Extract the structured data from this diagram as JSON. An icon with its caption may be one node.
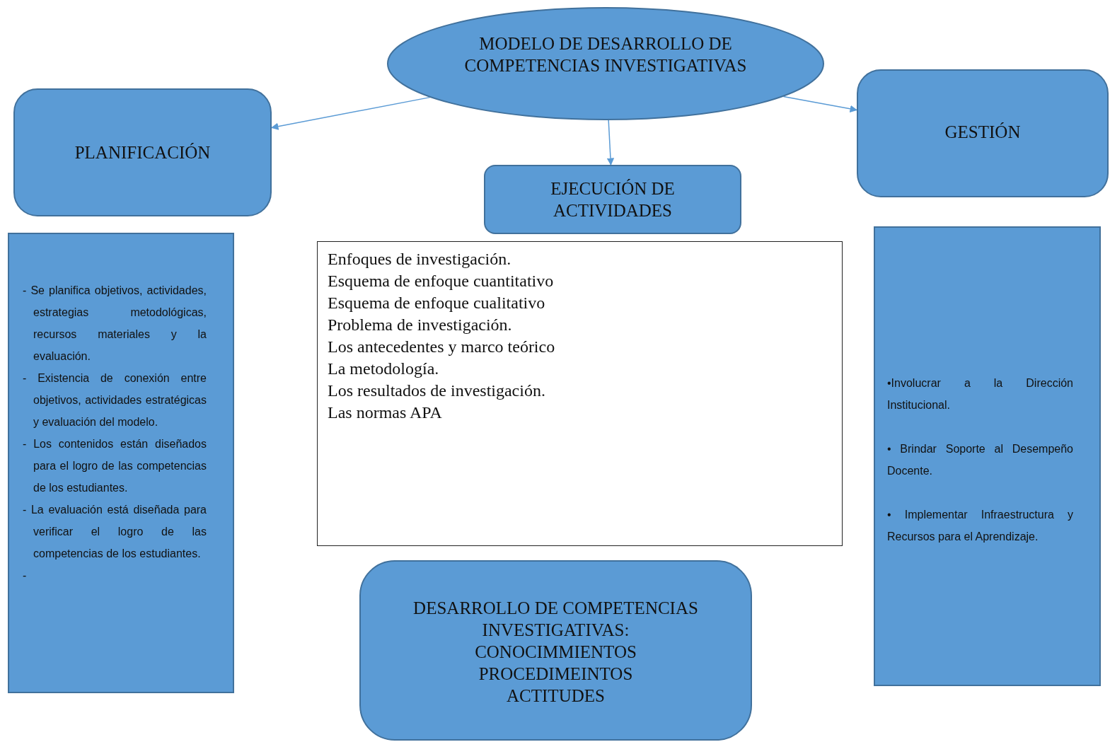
{
  "diagram": {
    "nodes": [
      {
        "text": [
          "MODELO DE DESARROLLO DE COMPETENCIAS INVESTIGATIVAS"
        ]
      },
      {
        "text": [
          "PLANIFICACIÓN"
        ]
      },
      {
        "text": [
          "EJECUCIÓN DE ACTIVIDADES"
        ]
      },
      {
        "text": [
          "GESTIÓN"
        ]
      },
      {
        "text": [
          "- Se planifica objetivos, actividades, estrategias metodológicas, recursos materiales y la evaluación.",
          "- Existencia de conexión entre objetivos, actividades estratégicas y evaluación del modelo.",
          "- Los contenidos están diseñados para el logro de las competencias de los estudiantes.",
          "- La evaluación está diseñada para verificar el logro de las competencias de los estudiantes.",
          "-"
        ]
      },
      {
        "text": [
          "Enfoques de investigación.",
          "Esquema de enfoque cuantitativo",
          "Esquema de enfoque cualitativo",
          "Problema de investigación.",
          "Los antecedentes y marco teórico",
          "La metodología.",
          "Los resultados de investigación.",
          "Las normas APA"
        ]
      },
      {
        "text": [
          "•Involucrar a la Dirección Institucional.",
          "• Brindar Soporte al Desempeño Docente.",
          "• Implementar Infraestructura y Recursos para el Aprendizaje."
        ]
      },
      {
        "text": [
          "DESARROLLO DE COMPETENCIAS INVESTIGATIVAS:",
          "CONOCIMMIENTOS",
          "PROCEDIMEINTOS",
          "ACTITUDES"
        ]
      }
    ],
    "edges": [
      {
        "from": 0,
        "to": 1,
        "arrow": "to"
      },
      {
        "from": 0,
        "to": 2,
        "arrow": "to"
      },
      {
        "from": 0,
        "to": 3,
        "arrow": "to"
      }
    ]
  }
}
